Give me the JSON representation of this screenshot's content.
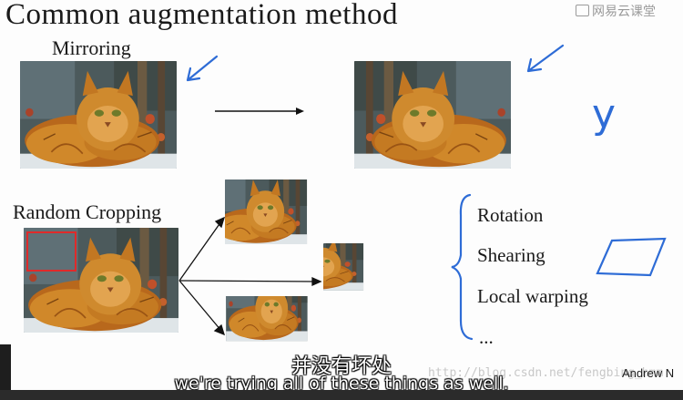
{
  "slide": {
    "title": "Common augmentation method",
    "mirroring_label": "Mirroring",
    "random_cropping_label": "Random Cropping",
    "other_methods": [
      "Rotation",
      "Shearing",
      "Local warping",
      "..."
    ],
    "handwritten_y": "y"
  },
  "watermark": {
    "icon": "video-camera-icon",
    "text": "网易云课堂"
  },
  "author": "Andrew N",
  "ghost_url": "http://blog.csdn.net/fengbing_hmm",
  "subtitles": {
    "chinese": "并没有坏处",
    "english": "we're trying all of these things as well."
  },
  "colors": {
    "annotation_blue": "#2e6cd6",
    "crop_box_red": "#e02a2a",
    "fur_orange": "#c7781c"
  }
}
